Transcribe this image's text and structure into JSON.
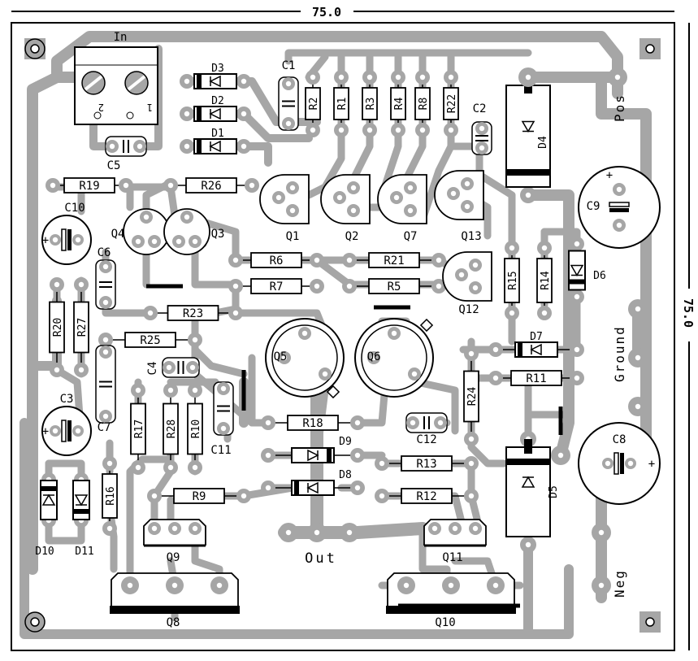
{
  "dimensions": {
    "width": "75.0",
    "height": "75.0"
  },
  "colors": {
    "trace": "#a6a6a6",
    "ink": "#000000",
    "paper": "#ffffff"
  },
  "connectors": {
    "input": "In",
    "pos": "Pos",
    "ground": "Ground",
    "neg": "Neg",
    "output": "Out",
    "terminal_1": "1",
    "terminal_2": "2"
  },
  "components": {
    "resistors": [
      "R1",
      "R2",
      "R3",
      "R4",
      "R5",
      "R6",
      "R7",
      "R8",
      "R9",
      "R10",
      "R11",
      "R12",
      "R13",
      "R14",
      "R15",
      "R16",
      "R17",
      "R18",
      "R19",
      "R20",
      "R21",
      "R22",
      "R23",
      "R24",
      "R25",
      "R26",
      "R27",
      "R28"
    ],
    "capacitors": [
      "C1",
      "C2",
      "C3",
      "C4",
      "C5",
      "C6",
      "C7",
      "C8",
      "C9",
      "C10",
      "C11",
      "C12"
    ],
    "diodes": [
      "D1",
      "D2",
      "D3",
      "D4",
      "D5",
      "D6",
      "D7",
      "D8",
      "D9",
      "D10",
      "D11"
    ],
    "transistors": [
      "Q1",
      "Q2",
      "Q3",
      "Q4",
      "Q5",
      "Q6",
      "Q7",
      "Q8",
      "Q9",
      "Q10",
      "Q11",
      "Q12",
      "Q13"
    ]
  },
  "polarity": "+"
}
